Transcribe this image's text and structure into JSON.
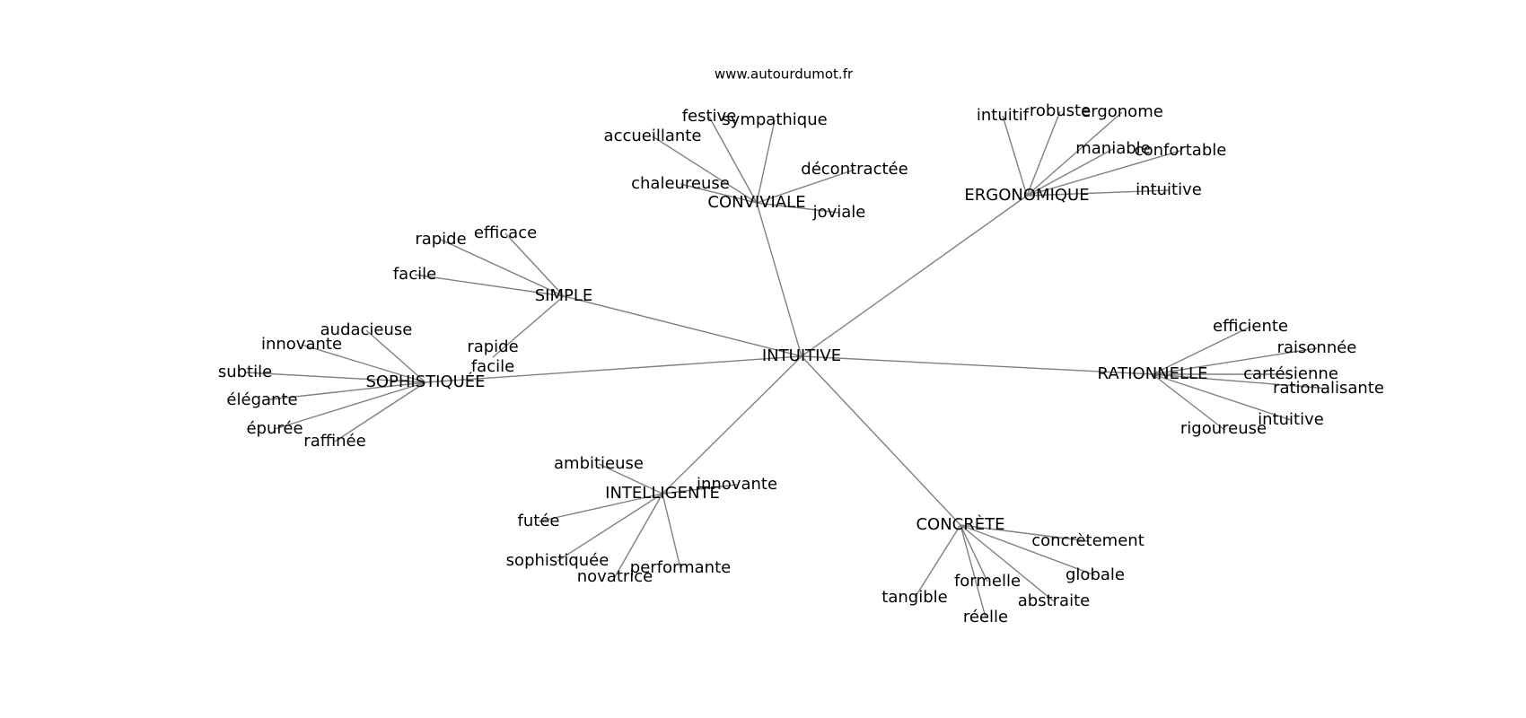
{
  "source": "www.autourdumot.fr",
  "colors": {
    "edge": "#808080",
    "text": "#000000",
    "background": "#ffffff"
  },
  "graph": {
    "center": {
      "id": "intuitive",
      "label": "INTUITIVE"
    },
    "groups": [
      {
        "id": "conviviale",
        "label": "CONVIVIALE",
        "words": [
          "festive",
          "sympathique",
          "accueillante",
          "chaleureuse",
          "décontractée",
          "joviale"
        ]
      },
      {
        "id": "ergonomique",
        "label": "ERGONOMIQUE",
        "words": [
          "intuitif",
          "robuste",
          "ergonome",
          "maniable",
          "confortable",
          "intuitive"
        ]
      },
      {
        "id": "simple",
        "label": "SIMPLE",
        "words": [
          "rapide",
          "efficace",
          "facile",
          "rapide\nfacile"
        ]
      },
      {
        "id": "sophistiquee",
        "label": "SOPHISTIQUÉE",
        "words": [
          "audacieuse",
          "innovante",
          "subtile",
          "élégante",
          "épurée",
          "raffinée"
        ]
      },
      {
        "id": "rationnelle",
        "label": "RATIONNELLE",
        "words": [
          "efficiente",
          "raisonnée",
          "cartésienne",
          "rationalisante",
          "intuitive",
          "rigoureuse"
        ]
      },
      {
        "id": "intelligente",
        "label": "INTELLIGENTE",
        "words": [
          "ambitieuse",
          "innovante",
          "futée",
          "sophistiquée",
          "novatrice",
          "performante"
        ]
      },
      {
        "id": "concrete",
        "label": "CONCRÈTE",
        "words": [
          "concrètement",
          "globale",
          "formelle",
          "abstraite",
          "tangible",
          "réelle"
        ]
      }
    ]
  }
}
